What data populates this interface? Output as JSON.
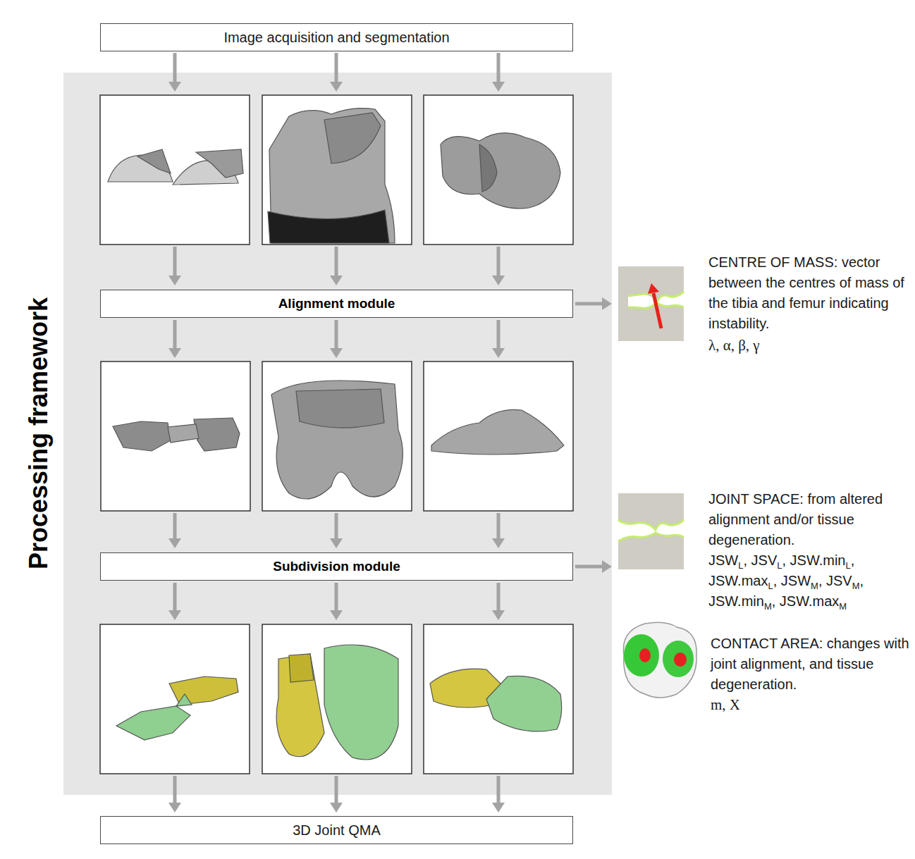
{
  "diagram": {
    "nodes": [
      {
        "text": [
          "Image acquisition and segmentation"
        ]
      },
      {
        "text": [
          "Processing framework"
        ]
      },
      {
        "text": [
          "Alignment module"
        ],
        "in": 1
      },
      {
        "text": [
          "Subdivision module"
        ],
        "in": 1
      },
      {
        "text": [
          "3D Joint QMA"
        ]
      }
    ],
    "labels": [
      "CENTRE OF MASS: vector between the centres of mass of the tibia and femur indicating instability.",
      "λ, α, β, γ",
      "JOINT SPACE: from altered alignment and/or tissue degeneration.",
      "JSWL, JSVL, JSW.minL, JSW.maxL, JSWM, JSVM, JSW.minM, JSW.maxM",
      "CONTACT AREA: changes with joint alignment, and tissue degeneration.",
      "m, X"
    ]
  }
}
